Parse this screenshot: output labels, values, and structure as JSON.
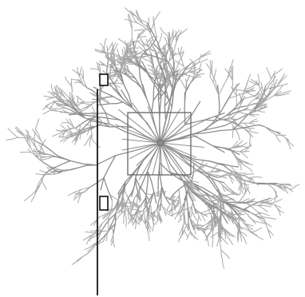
{
  "figure": {
    "description_shapes": [
      "tree-canopy",
      "center-frame",
      "vertical-trunk",
      "two-markers"
    ],
    "colors": {
      "branch_dark": "#8d8d8d",
      "branch_light": "#a9a9a9",
      "frame": "#6f6f6f",
      "trunk": "#2b2b2b",
      "marker_stroke": "#111111",
      "background": "#ffffff"
    }
  }
}
